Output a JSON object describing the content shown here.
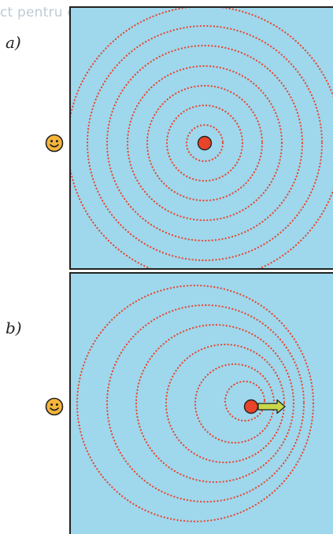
{
  "watermark": {
    "text": "ct pentru oameni și cărți"
  },
  "panels": [
    {
      "id": "a",
      "label": "a)"
    },
    {
      "id": "b",
      "label": "b)"
    }
  ],
  "icons": {
    "observer": "smiley-face-icon",
    "velocity": "arrow-right-icon"
  },
  "colors": {
    "water": "#9fd7ec",
    "wavefront": "#e8442a",
    "source": "#e8442a",
    "arrow": "#c8d84a",
    "observer_face": "#f6b53a"
  }
}
